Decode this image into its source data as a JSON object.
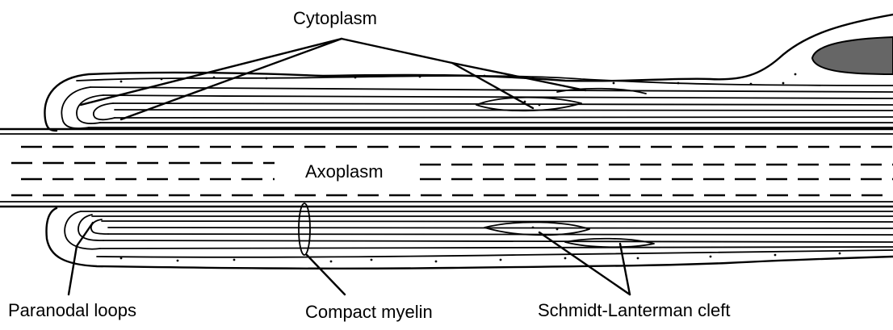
{
  "labels": {
    "cytoplasm": "Cytoplasm",
    "axoplasm": "Axoplasm",
    "paranodal_loops": "Paranodal loops",
    "compact_myelin": "Compact myelin",
    "schmidt_lanterman_cleft": "Schmidt-Lanterman cleft"
  },
  "colors": {
    "ink": "#000000",
    "nucleus": "#666666",
    "background": "#ffffff"
  }
}
